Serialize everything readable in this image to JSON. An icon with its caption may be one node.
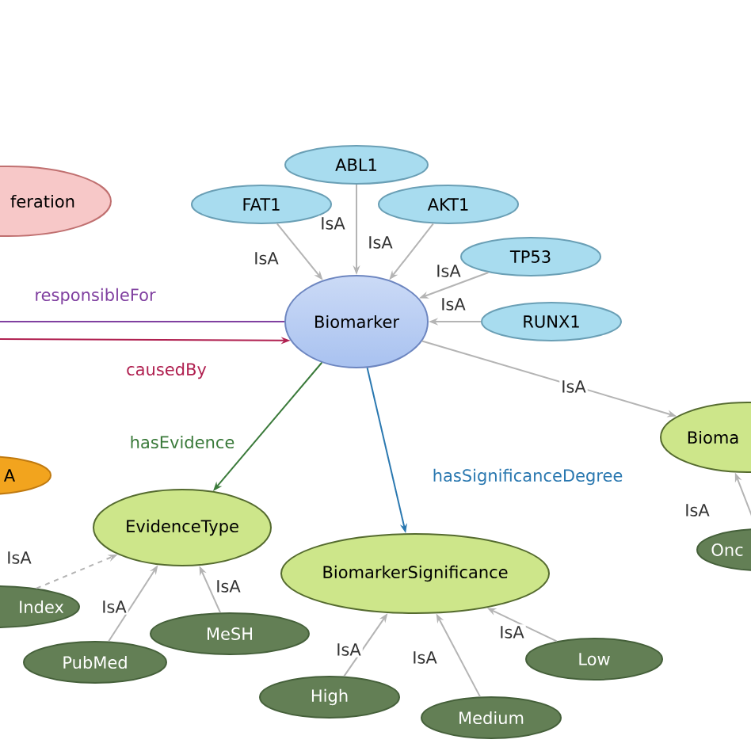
{
  "diagram": {
    "nodes": [
      {
        "text": [
          "feration"
        ]
      },
      {
        "text": [
          "ABL1"
        ]
      },
      {
        "text": [
          "FAT1"
        ]
      },
      {
        "text": [
          "AKT1"
        ]
      },
      {
        "text": [
          "TP53"
        ]
      },
      {
        "text": [
          "RUNX1"
        ]
      },
      {
        "text": [
          "Biomarker"
        ]
      },
      {
        "text": [
          "Bioma"
        ]
      },
      {
        "text": [
          "A"
        ]
      },
      {
        "text": [
          "EvidenceType"
        ]
      },
      {
        "text": [
          "BiomarkerSignificance"
        ]
      },
      {
        "text": [
          "Index"
        ]
      },
      {
        "text": [
          "PubMed"
        ]
      },
      {
        "text": [
          "MeSH"
        ]
      },
      {
        "text": [
          "High"
        ]
      },
      {
        "text": [
          "Medium"
        ]
      },
      {
        "text": [
          "Low"
        ]
      },
      {
        "text": [
          "Onc"
        ]
      }
    ],
    "edges": [
      {
        "from": 2,
        "to": 6,
        "arrow": "to",
        "label": "IsA"
      },
      {
        "from": 1,
        "to": 6,
        "arrow": "to",
        "label": "IsA"
      },
      {
        "from": 3,
        "to": 6,
        "arrow": "to",
        "label": "IsA"
      },
      {
        "from": 4,
        "to": 6,
        "arrow": "to",
        "label": "IsA"
      },
      {
        "from": 5,
        "to": 6,
        "arrow": "to",
        "label": "IsA"
      },
      {
        "from": null,
        "to": 6,
        "arrow": "none",
        "label": "responsibleFor",
        "color": "#8040a0"
      },
      {
        "from": null,
        "to": 6,
        "arrow": "to",
        "label": "causedBy",
        "color": "#b02050"
      },
      {
        "from": 6,
        "to": 7,
        "arrow": "to",
        "label": "IsA"
      },
      {
        "from": 6,
        "to": 9,
        "arrow": "to",
        "label": "hasEvidence",
        "color": "#3a7a3a"
      },
      {
        "from": 6,
        "to": 10,
        "arrow": "to",
        "label": "hasSignificanceDegree",
        "color": "#2a78b0"
      },
      {
        "from": 11,
        "to": 9,
        "arrow": "to",
        "label": "IsA",
        "style": "dashed"
      },
      {
        "from": 12,
        "to": 9,
        "arrow": "to",
        "label": "IsA"
      },
      {
        "from": 13,
        "to": 9,
        "arrow": "to",
        "label": "IsA"
      },
      {
        "from": 14,
        "to": 10,
        "arrow": "to",
        "label": "IsA"
      },
      {
        "from": 15,
        "to": 10,
        "arrow": "to",
        "label": "IsA"
      },
      {
        "from": 16,
        "to": 10,
        "arrow": "to",
        "label": "IsA"
      },
      {
        "from": 17,
        "to": 7,
        "arrow": "to",
        "label": "IsA"
      }
    ]
  }
}
